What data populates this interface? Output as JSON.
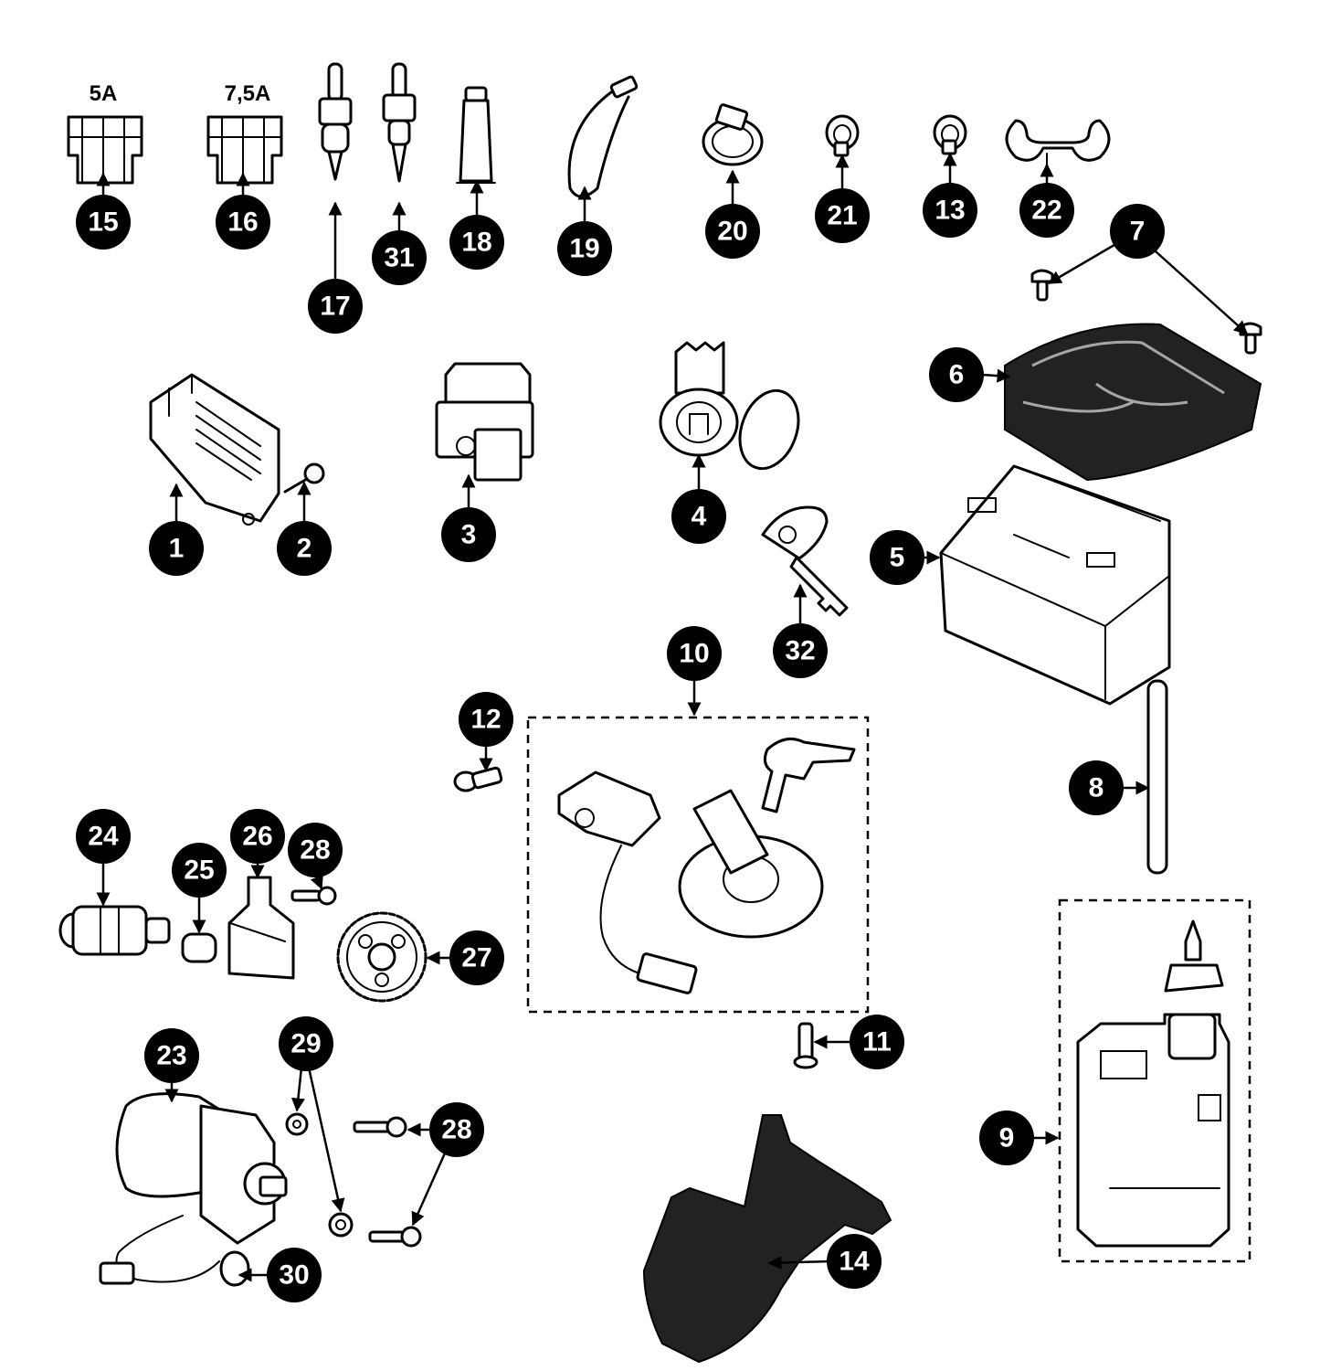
{
  "fuse_ratings": [
    {
      "part": "15",
      "label": "5A"
    },
    {
      "part": "16",
      "label": "7,5A"
    }
  ],
  "callouts": [
    {
      "id": "c15",
      "number": "15"
    },
    {
      "id": "c16",
      "number": "16"
    },
    {
      "id": "c17",
      "number": "17"
    },
    {
      "id": "c31",
      "number": "31"
    },
    {
      "id": "c18",
      "number": "18"
    },
    {
      "id": "c19",
      "number": "19"
    },
    {
      "id": "c20",
      "number": "20"
    },
    {
      "id": "c21",
      "number": "21"
    },
    {
      "id": "c13",
      "number": "13"
    },
    {
      "id": "c22",
      "number": "22"
    },
    {
      "id": "c7",
      "number": "7"
    },
    {
      "id": "c6",
      "number": "6"
    },
    {
      "id": "c1",
      "number": "1"
    },
    {
      "id": "c2",
      "number": "2"
    },
    {
      "id": "c3",
      "number": "3"
    },
    {
      "id": "c4",
      "number": "4"
    },
    {
      "id": "c5",
      "number": "5"
    },
    {
      "id": "c32",
      "number": "32"
    },
    {
      "id": "c10",
      "number": "10"
    },
    {
      "id": "c12",
      "number": "12"
    },
    {
      "id": "c8",
      "number": "8"
    },
    {
      "id": "c24",
      "number": "24"
    },
    {
      "id": "c25",
      "number": "25"
    },
    {
      "id": "c26",
      "number": "26"
    },
    {
      "id": "c28a",
      "number": "28"
    },
    {
      "id": "c27",
      "number": "27"
    },
    {
      "id": "c11",
      "number": "11"
    },
    {
      "id": "c23",
      "number": "23"
    },
    {
      "id": "c29",
      "number": "29"
    },
    {
      "id": "c28b",
      "number": "28"
    },
    {
      "id": "c9",
      "number": "9"
    },
    {
      "id": "c14",
      "number": "14"
    },
    {
      "id": "c30",
      "number": "30"
    }
  ]
}
